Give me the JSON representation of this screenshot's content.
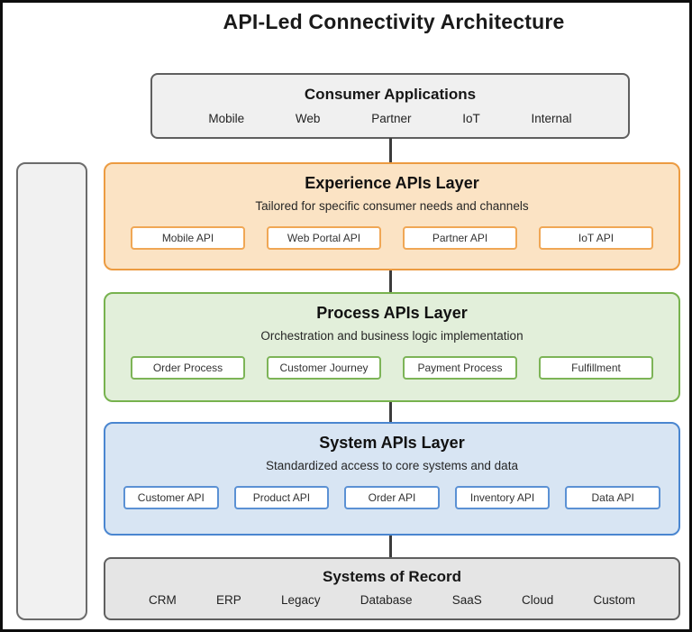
{
  "title": "API-Led Connectivity Architecture",
  "consumer": {
    "title": "Consumer Applications",
    "items": [
      "Mobile",
      "Web",
      "Partner",
      "IoT",
      "Internal"
    ]
  },
  "layers": [
    {
      "title": "Experience APIs Layer",
      "subtitle": "Tailored for specific consumer needs and channels",
      "chips": [
        "Mobile API",
        "Web Portal API",
        "Partner API",
        "IoT API"
      ],
      "border_color": "#ec9b41",
      "fill_color": "#fbe3c4"
    },
    {
      "title": "Process APIs Layer",
      "subtitle": "Orchestration and business logic implementation",
      "chips": [
        "Order Process",
        "Customer Journey",
        "Payment Process",
        "Fulfillment"
      ],
      "border_color": "#77b24e",
      "fill_color": "#e2efda"
    },
    {
      "title": "System APIs Layer",
      "subtitle": "Standardized access to core systems and data",
      "chips": [
        "Customer API",
        "Product API",
        "Order API",
        "Inventory API",
        "Data API"
      ],
      "border_color": "#4a86d0",
      "fill_color": "#d8e5f3"
    }
  ],
  "record": {
    "title": "Systems of Record",
    "items": [
      "CRM",
      "ERP",
      "Legacy",
      "Database",
      "SaaS",
      "Cloud",
      "Custom"
    ]
  },
  "colors": {
    "neutral_box_fill": "#f0f0f0",
    "neutral_box_border": "#5f5f5f",
    "connector": "#3c3c3c",
    "frame": "#0d0d0d"
  }
}
